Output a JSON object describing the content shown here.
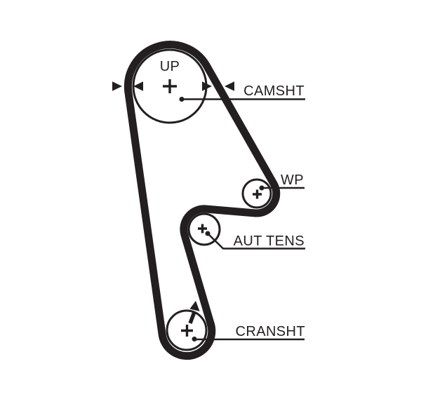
{
  "diagram": {
    "type": "timing-belt-routing-diagram",
    "up_mark": "UP",
    "components": {
      "camshaft": {
        "label": "CAMSHT"
      },
      "water_pump": {
        "label": "WP"
      },
      "tensioner": {
        "label": "AUT TENS"
      },
      "crankshaft": {
        "label": "CRANSHT"
      }
    },
    "colors": {
      "ink": "#231f20",
      "background": "#ffffff"
    }
  }
}
